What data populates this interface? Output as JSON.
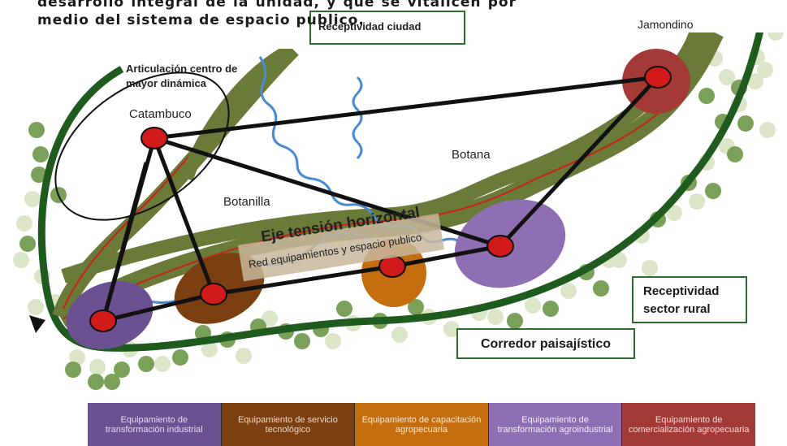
{
  "intro_text": "desarrollo integral de la unidad, y que se vitalicen por medio del sistema de espacio publico.",
  "labels": {
    "receptividad_ciudad": "Receptividad ciudad",
    "jamondino": "Jamondino",
    "articulacion": "Articulación centro de mayor dinámica",
    "catambuco": "Catambuco",
    "botana": "Botana",
    "botanilla": "Botanilla",
    "eje_tension": "Eje tensión horizontal",
    "red_equipamientos": "Red equipamientos y espacio publico",
    "receptividad_rural": "Receptividad sector rural",
    "corredor": "Corredor paisajístico"
  },
  "legend": [
    {
      "label": "Equipamiento de transformación industrial",
      "color": "#6b5191"
    },
    {
      "label": "Equipamiento de servicio tecnológico",
      "color": "#7b3f12"
    },
    {
      "label": "Equipamiento de capacitación agropecuaria",
      "color": "#c46e0f"
    },
    {
      "label": "Equipamiento de transformación agroindustrial",
      "color": "#8f6fb3"
    },
    {
      "label": "Equipamiento de comercialización agropecuaria",
      "color": "#a33a36"
    }
  ]
}
